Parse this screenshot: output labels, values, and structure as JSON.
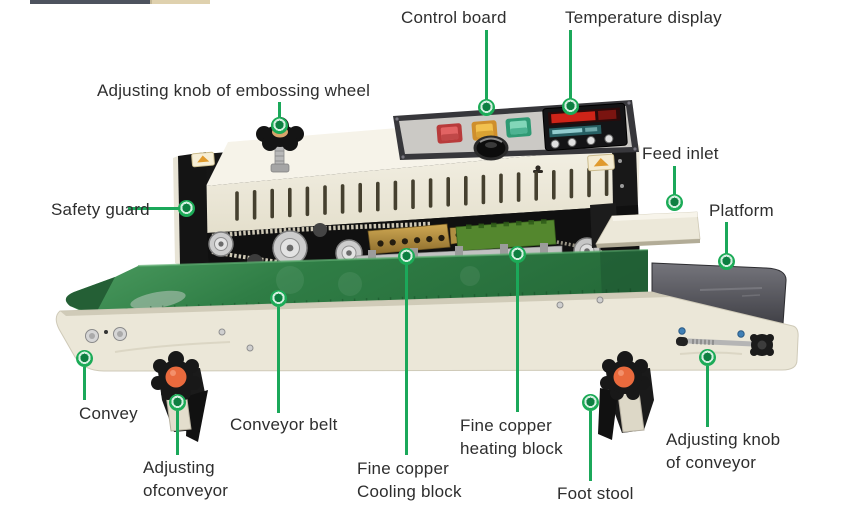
{
  "figure": {
    "subject": "Continuous band sealer machine annotated diagram",
    "colors": {
      "callout_green": "#1ba85a",
      "machine_body_cream": "#ebe7d8",
      "belt_green": "#2e7c44",
      "platform_gray": "#4a4a50",
      "knob_orange": "#e96a3d",
      "brass_block": "#b08f42",
      "label_text": "#2e2e2e"
    }
  },
  "labels": {
    "control_board": {
      "text": "Control board"
    },
    "temperature_display": {
      "text": "Temperature display"
    },
    "embossing_knob": {
      "text": "Adjusting knob of embossing wheel"
    },
    "safety_guard": {
      "text": "Safety guard"
    },
    "feed_inlet": {
      "text": "Feed inlet"
    },
    "platform": {
      "text": "Platform"
    },
    "convey": {
      "text": "Convey"
    },
    "adjusting_ofconveyor": {
      "text": "Adjusting\nofconveyor"
    },
    "conveyor_belt": {
      "text": "Conveyor belt"
    },
    "cooling_block": {
      "text": "Fine copper\nCooling block"
    },
    "heating_block": {
      "text": "Fine copper\nheating block"
    },
    "foot_stool": {
      "text": "Foot stool"
    },
    "adjusting_knob_of_conveyor": {
      "text": "Adjusting knob\nof conveyor"
    }
  }
}
